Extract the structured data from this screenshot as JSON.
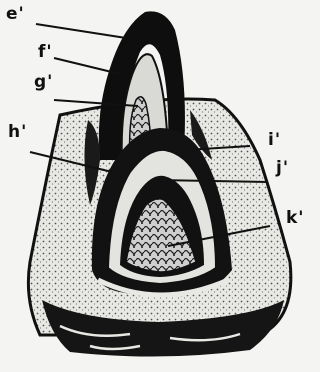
{
  "figure": {
    "labels": {
      "e": "e'",
      "f": "f'",
      "g": "g'",
      "h": "h'",
      "i": "i'",
      "j": "j'",
      "k": "k'"
    }
  }
}
